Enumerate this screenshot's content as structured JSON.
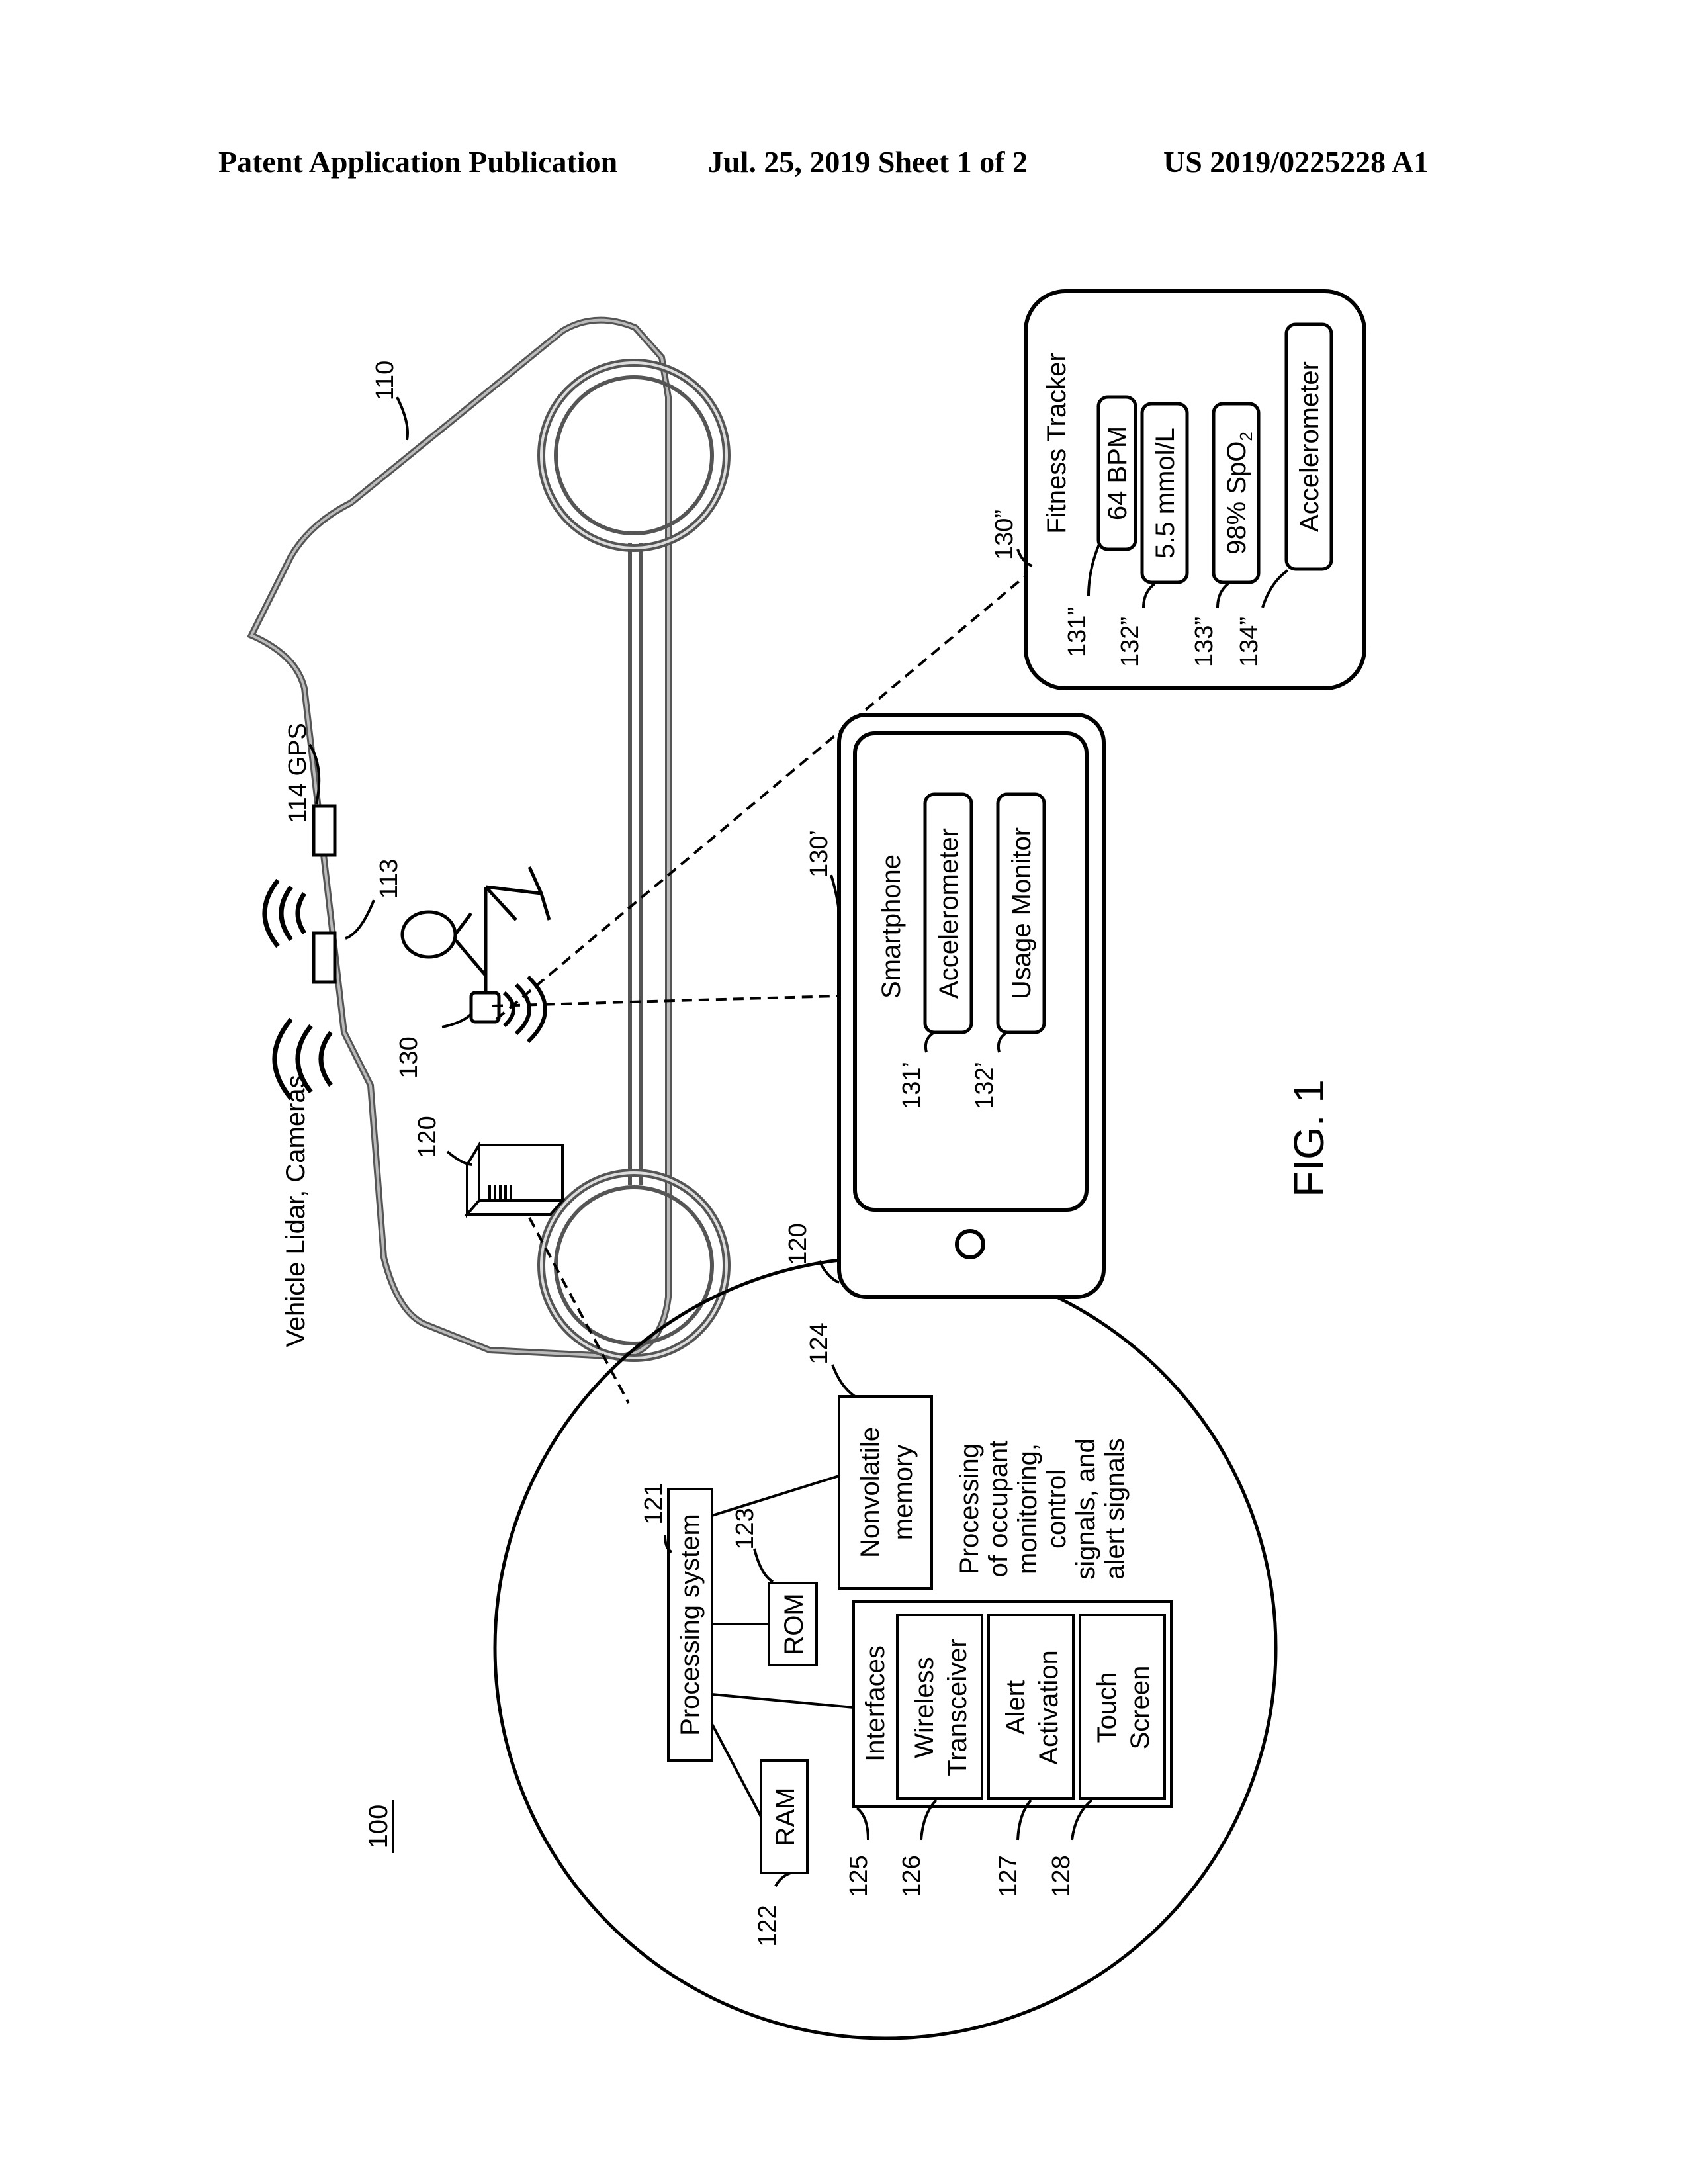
{
  "header": {
    "publication": "Patent Application Publication",
    "date_sheet": "Jul. 25, 2019   Sheet 1 of 2",
    "patent_number": "US 2019/0225228 A1"
  },
  "figure": {
    "caption": "FIG. 1",
    "system_ref": "100",
    "vehicle_ref": "110",
    "vehicle_label": "Vehicle Lidar, Cameras",
    "ref_113": "113",
    "gps_label": "114 GPS",
    "occupant_device_ref": "130",
    "computer_ref": "120",
    "computer_detail_ref": "120",
    "computer_detail": {
      "processing_system": {
        "ref": "121",
        "label": "Processing system"
      },
      "ram": {
        "ref": "122",
        "label": "RAM"
      },
      "rom": {
        "ref": "123",
        "label": "ROM"
      },
      "nonvolatile": {
        "ref": "124",
        "line1": "Nonvolatile",
        "line2": "memory"
      },
      "interfaces": {
        "ref": "125",
        "label": "Interfaces"
      },
      "wireless": {
        "ref": "126",
        "line1": "Wireless",
        "line2": "Transceiver"
      },
      "alert": {
        "ref": "127",
        "line1": "Alert",
        "line2": "Activation"
      },
      "touch": {
        "ref": "128",
        "line1": "Touch",
        "line2": "Screen"
      },
      "processing_note": [
        "Processing",
        "of occupant",
        "monitoring,",
        "control",
        "signals, and",
        "alert signals"
      ]
    },
    "smartphone": {
      "ref": "130’",
      "title": "Smartphone",
      "accelerometer": {
        "ref": "131’",
        "label": "Accelerometer"
      },
      "usage_monitor": {
        "ref": "132’",
        "label": "Usage Monitor"
      }
    },
    "fitness_tracker": {
      "ref": "130”",
      "title": "Fitness Tracker",
      "bpm": {
        "ref": "131”",
        "label": "64 BPM"
      },
      "glucose": {
        "ref": "132”",
        "label": "5.5 mmol/L"
      },
      "spo2": {
        "ref": "133”",
        "label_main": "98% SpO",
        "label_sub": "2"
      },
      "accelerometer": {
        "ref": "134”",
        "label": "Accelerometer"
      }
    }
  }
}
